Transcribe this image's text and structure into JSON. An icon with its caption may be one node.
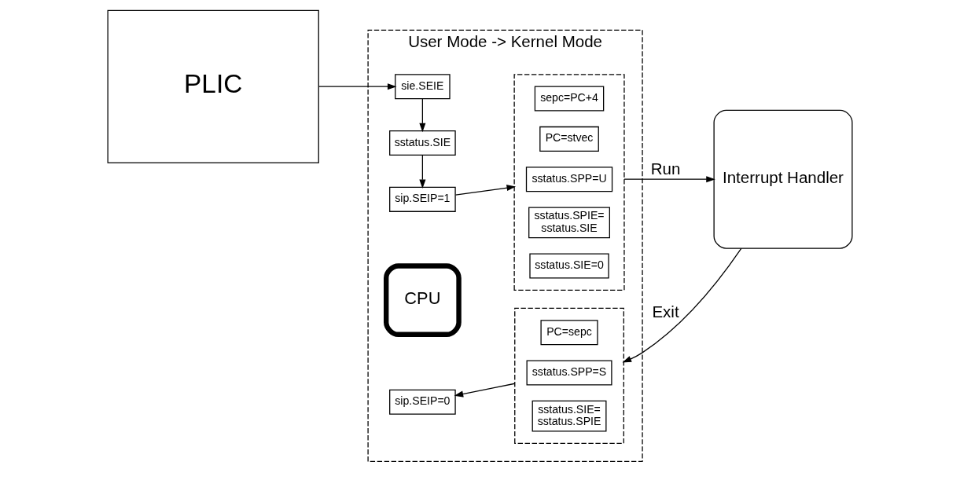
{
  "diagram": {
    "nodes": [
      {
        "text": [
          "PLIC"
        ]
      },
      {
        "text": [
          "User Mode -> Kernel Mode"
        ]
      },
      {
        "text": [
          "sie.SEIE"
        ],
        "in": 1
      },
      {
        "text": [
          "sstatus.SIE"
        ],
        "in": 1
      },
      {
        "text": [
          "sip.SEIP=1"
        ],
        "in": 1
      },
      {
        "text": [
          "CPU"
        ],
        "in": 1
      },
      {
        "text": [],
        "shape": "box",
        "in": 1
      },
      {
        "text": [
          "sepc=PC+4"
        ],
        "in": 6
      },
      {
        "text": [
          "PC=stvec"
        ],
        "in": 6
      },
      {
        "text": [
          "sstatus.SPP=U"
        ],
        "in": 6
      },
      {
        "text": [
          "sstatus.SPIE= sstatus.SIE"
        ],
        "in": 6
      },
      {
        "text": [
          "sstatus.SIE=0"
        ],
        "in": 6
      },
      {
        "text": [
          "Interrupt Handler"
        ]
      },
      {
        "text": [],
        "shape": "box",
        "in": 1
      },
      {
        "text": [
          "PC=sepc"
        ],
        "in": 13
      },
      {
        "text": [
          "sstatus.SPP=S"
        ],
        "in": 13
      },
      {
        "text": [
          "sstatus.SIE= sstatus.SPIE"
        ],
        "in": 13
      },
      {
        "text": [
          "sip.SEIP=0"
        ],
        "in": 1
      }
    ],
    "edges": [
      {
        "from": 0,
        "to": 2,
        "arrow": "to"
      },
      {
        "from": 2,
        "to": 3,
        "arrow": "to"
      },
      {
        "from": 3,
        "to": 4,
        "arrow": "to"
      },
      {
        "from": 4,
        "to": 6,
        "arrow": "to"
      },
      {
        "from": 6,
        "to": 12,
        "arrow": "to",
        "label": "Run"
      },
      {
        "from": 12,
        "to": 13,
        "arrow": "to",
        "label": "Exit"
      },
      {
        "from": 13,
        "to": 17,
        "arrow": "to"
      }
    ]
  }
}
